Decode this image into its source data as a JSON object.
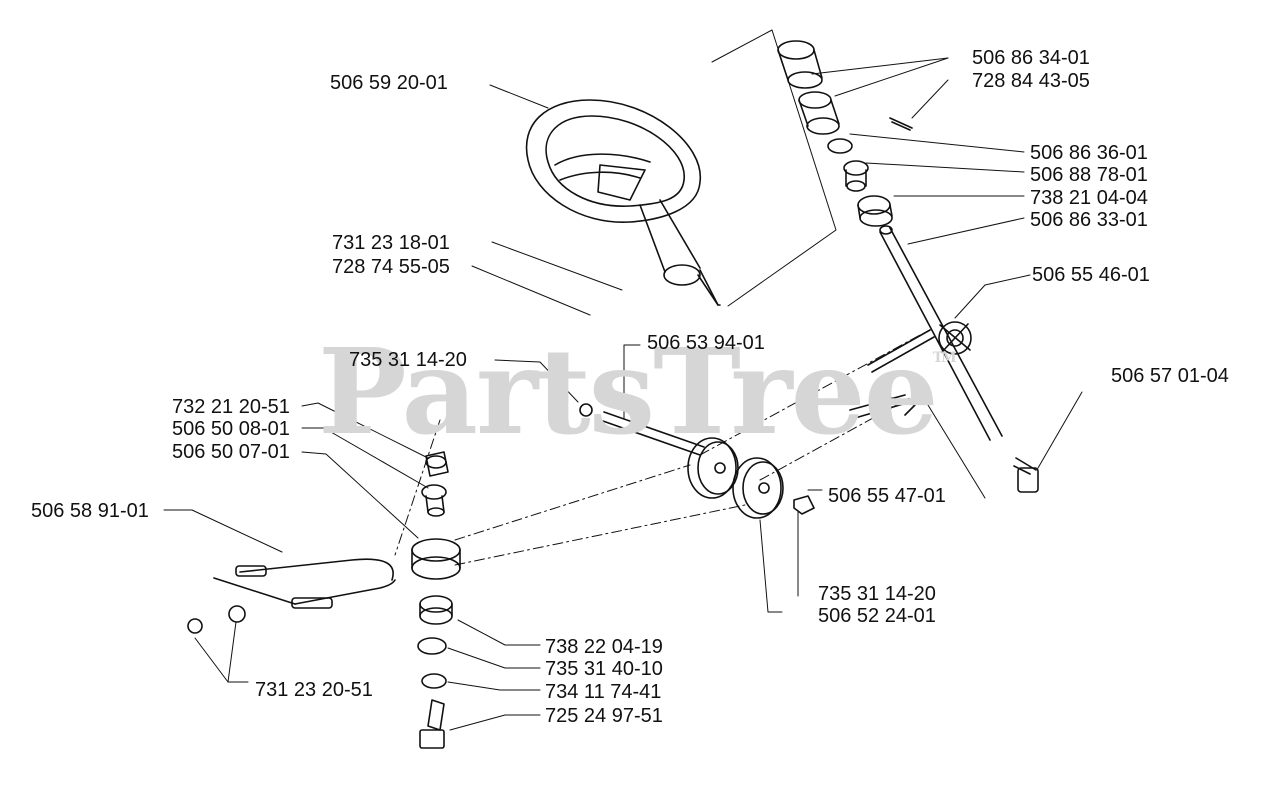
{
  "watermark": {
    "text": "PartsTree",
    "tm": "TM"
  },
  "part_labels": {
    "p1": "506 59 20-01",
    "p2": "731 23 18-01",
    "p3": "728 74 55-05",
    "p4": "506 86 34-01",
    "p5": "728 84 43-05",
    "p6": "506 86 36-01",
    "p7": "506 88 78-01",
    "p8": "738 21 04-04",
    "p9": "506 86 33-01",
    "p10": "506 55 46-01",
    "p11": "506 53 94-01",
    "p12": "735 31 14-20",
    "p13": "506 57 01-04",
    "p14": "732 21 20-51",
    "p15": "506 50 08-01",
    "p16": "506 50 07-01",
    "p17": "506 58 91-01",
    "p18": "506 55 47-01",
    "p19": "735 31 14-20",
    "p20": "506 52 24-01",
    "p21": "738 22 04-19",
    "p22": "735 31 40-10",
    "p23": "734 11 74-41",
    "p24": "725 24 97-51",
    "p25": "731 23 20-51"
  }
}
